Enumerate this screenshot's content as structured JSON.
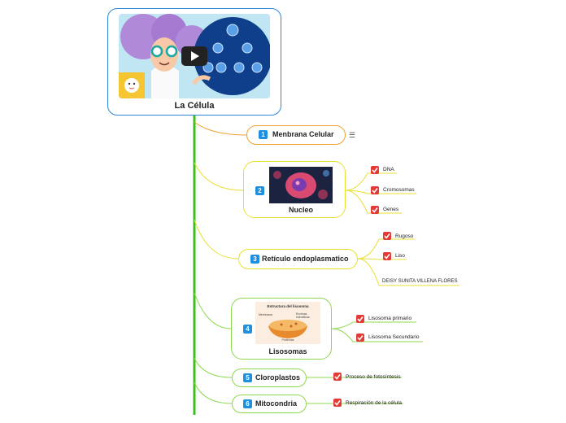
{
  "root": {
    "title": "La Célula"
  },
  "branches": [
    {
      "num": "1",
      "label": "Menbrana Celular"
    },
    {
      "num": "2",
      "label": "Nucleo",
      "leaves": [
        "DNA",
        "Cromosomas",
        "Genes"
      ]
    },
    {
      "num": "3",
      "label": "Retículo endoplasmatico",
      "leaves": [
        "Rugoso",
        "Liso"
      ],
      "note": "DEISY SUNITA VILLENA FLORES"
    },
    {
      "num": "4",
      "label": "Lisosomas",
      "leaves": [
        "Lisosoma primario",
        "Lisosoma Secundario"
      ],
      "image_text": {
        "title": "Estructura del lisosoma",
        "a": "Membrana",
        "b": "Enzimas hidrolíticas",
        "c": "Proteínas"
      }
    },
    {
      "num": "5",
      "label": "Cloroplastos",
      "leaves": [
        "Proceso de fotosíntesis"
      ]
    },
    {
      "num": "6",
      "label": "Mitocondria",
      "leaves": [
        "Respiración de la célula"
      ]
    }
  ],
  "colors": {
    "trunk": "#3cc01e",
    "branch_orange": "#f0a030",
    "branch_yellow": "#e8e030",
    "branch_green": "#8fd850",
    "accent": "#1f8fe0"
  }
}
